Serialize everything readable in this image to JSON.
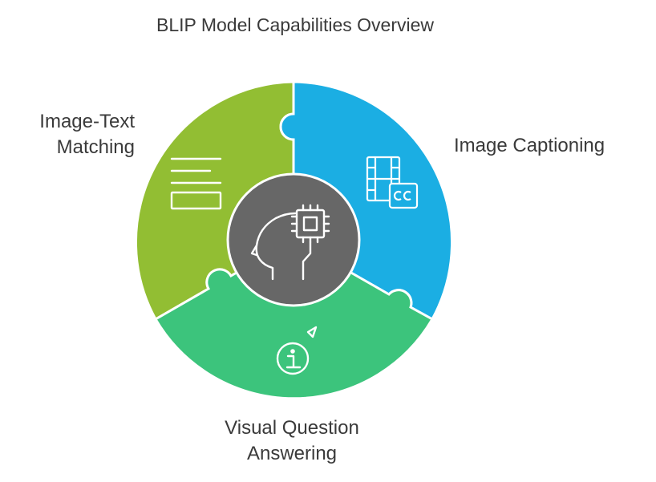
{
  "title": "BLIP Model Capabilities Overview",
  "segments": [
    {
      "id": "image-text-matching",
      "label_lines": [
        "Image-Text",
        "Matching"
      ],
      "color": "#92BE33",
      "icon": "text-lines-icon"
    },
    {
      "id": "image-captioning",
      "label_lines": [
        "Image Captioning"
      ],
      "color": "#1BAEE3",
      "icon": "film-caption-icon"
    },
    {
      "id": "visual-question-answering",
      "label_lines": [
        "Visual Question",
        "Answering"
      ],
      "color": "#3CC47C",
      "icon": "info-pointer-icon"
    }
  ],
  "center": {
    "color": "#676767",
    "icon": "ai-head-chip-icon"
  }
}
